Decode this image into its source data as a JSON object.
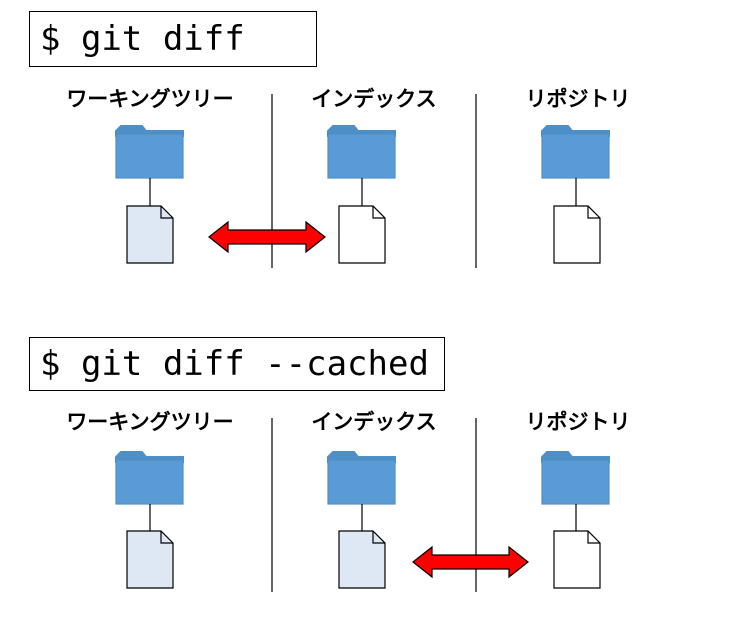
{
  "panels": [
    {
      "command": "$ git diff",
      "columns": [
        "ワーキングツリー",
        "インデックス",
        "リポジトリ"
      ],
      "file_colors": [
        "#dde8f4",
        "#ffffff",
        "#ffffff"
      ],
      "arrow_between": [
        "ワーキングツリー",
        "インデックス"
      ]
    },
    {
      "command": "$ git diff --cached",
      "columns": [
        "ワーキングツリー",
        "インデックス",
        "リポジトリ"
      ],
      "file_colors": [
        "#dde8f4",
        "#dde8f4",
        "#ffffff"
      ],
      "arrow_between": [
        "インデックス",
        "リポジトリ"
      ]
    }
  ],
  "colors": {
    "folder": "#5b9bd5",
    "folder_tab": "#4f8fc8",
    "arrow": "#ff0000"
  },
  "icons": {
    "folder": "folder-icon",
    "file": "document-icon",
    "arrow": "double-arrow-icon"
  }
}
